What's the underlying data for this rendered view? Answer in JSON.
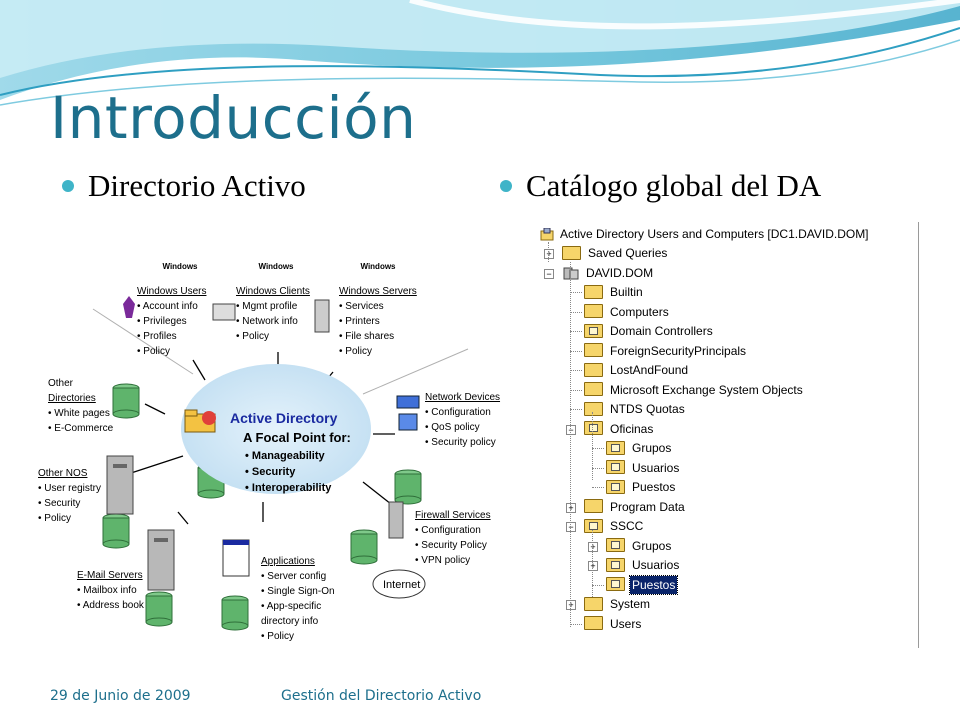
{
  "slide": {
    "title": "Introducción",
    "bullet_left": "Directorio Activo",
    "bullet_right": "Catálogo global del DA"
  },
  "diagram": {
    "windows_users": {
      "heading": "Windows Users",
      "items": [
        "• Account info",
        "• Privileges",
        "• Profiles",
        "• Policy"
      ]
    },
    "windows_clients": {
      "heading": "Windows Clients",
      "items": [
        "• Mgmt profile",
        "• Network info",
        "• Policy"
      ]
    },
    "windows_servers": {
      "heading": "Windows Servers",
      "items": [
        "• Services",
        "• Printers",
        "• File shares",
        "• Policy"
      ]
    },
    "other_directories": {
      "heading_line1": "Other",
      "heading_line2": "Directories",
      "items": [
        "• White pages",
        "• E-Commerce"
      ]
    },
    "network_devices": {
      "heading": "Network Devices",
      "items": [
        "• Configuration",
        "• QoS policy",
        "• Security policy"
      ]
    },
    "other_nos": {
      "heading": "Other NOS",
      "items": [
        "• User registry",
        "• Security",
        "• Policy"
      ]
    },
    "firewall_services": {
      "heading": "Firewall Services",
      "items": [
        "• Configuration",
        "• Security Policy",
        "• VPN policy"
      ]
    },
    "email_servers": {
      "heading": "E-Mail Servers",
      "items": [
        "• Mailbox info",
        "• Address book"
      ]
    },
    "applications": {
      "heading": "Applications",
      "items": [
        "• Server config",
        "• Single Sign-On",
        "• App-specific",
        "  directory info",
        "• Policy"
      ]
    },
    "center": {
      "title": "Active Directory",
      "subtitle": "A Focal Point for:",
      "items": [
        "• Manageability",
        "• Security",
        "• Interoperability"
      ]
    },
    "internet_label": "Internet",
    "windows_logo_text": "Windows"
  },
  "tree": {
    "root": "Active Directory Users and Computers [DC1.DAVID.DOM]",
    "nodes": [
      {
        "label": "Saved Queries",
        "level": 1,
        "toggle": "+",
        "icon": "folder"
      },
      {
        "label": "DAVID.DOM",
        "level": 1,
        "toggle": "-",
        "icon": "domain"
      },
      {
        "label": "Builtin",
        "level": 2,
        "toggle": "",
        "icon": "folder"
      },
      {
        "label": "Computers",
        "level": 2,
        "toggle": "",
        "icon": "folder"
      },
      {
        "label": "Domain Controllers",
        "level": 2,
        "toggle": "",
        "icon": "ou"
      },
      {
        "label": "ForeignSecurityPrincipals",
        "level": 2,
        "toggle": "",
        "icon": "folder"
      },
      {
        "label": "LostAndFound",
        "level": 2,
        "toggle": "",
        "icon": "folder"
      },
      {
        "label": "Microsoft Exchange System Objects",
        "level": 2,
        "toggle": "",
        "icon": "folder"
      },
      {
        "label": "NTDS Quotas",
        "level": 2,
        "toggle": "",
        "icon": "folder"
      },
      {
        "label": "Oficinas",
        "level": 2,
        "toggle": "-",
        "icon": "ou"
      },
      {
        "label": "Grupos",
        "level": 3,
        "toggle": "",
        "icon": "ou"
      },
      {
        "label": "Usuarios",
        "level": 3,
        "toggle": "",
        "icon": "ou"
      },
      {
        "label": "Puestos",
        "level": 3,
        "toggle": "",
        "icon": "ou"
      },
      {
        "label": "Program Data",
        "level": 2,
        "toggle": "+",
        "icon": "folder"
      },
      {
        "label": "SSCC",
        "level": 2,
        "toggle": "-",
        "icon": "ou"
      },
      {
        "label": "Grupos",
        "level": 3,
        "toggle": "+",
        "icon": "ou"
      },
      {
        "label": "Usuarios",
        "level": 3,
        "toggle": "+",
        "icon": "ou"
      },
      {
        "label": "Puestos",
        "level": 3,
        "toggle": "",
        "icon": "ou",
        "selected": true
      },
      {
        "label": "System",
        "level": 2,
        "toggle": "+",
        "icon": "folder"
      },
      {
        "label": "Users",
        "level": 2,
        "toggle": "",
        "icon": "folder"
      }
    ]
  },
  "footer": {
    "date": "29 de Junio de 2009",
    "subject": "Gestión del Directorio Activo"
  },
  "colors": {
    "title": "#1d6f8c",
    "bullet": "#3fb4c8",
    "wave": "#5bbcd6"
  }
}
